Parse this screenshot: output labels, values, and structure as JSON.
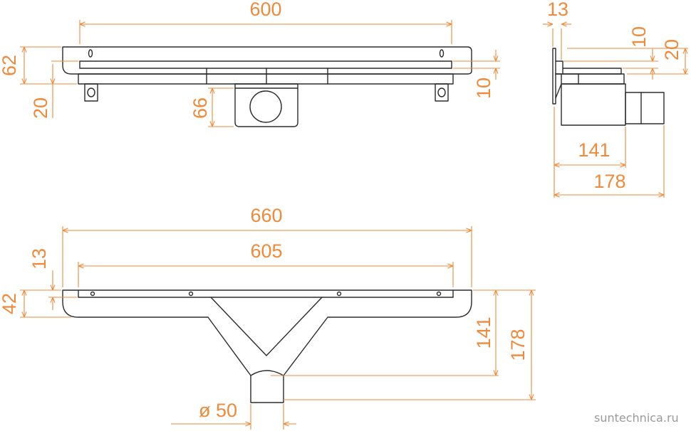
{
  "top_view": {
    "dim_length": "600",
    "dim_height": "62",
    "dim_mount_offset": "20",
    "dim_outlet_depth": "66",
    "dim_grate_thickness": "10"
  },
  "side_view": {
    "dim_flange": "13",
    "dim_lip": "10",
    "dim_top": "20",
    "dim_body_depth": "141",
    "dim_total_depth": "178"
  },
  "plan_view": {
    "dim_total_length": "660",
    "dim_grate_length": "605",
    "dim_flange": "13",
    "dim_height": "42",
    "dim_body_depth": "141",
    "dim_total_depth": "178",
    "dim_outlet_diameter": "ø 50"
  },
  "watermark": "suntechnica.ru",
  "colors": {
    "dimension": "#ef8a3a",
    "outline": "#2b2b2b"
  }
}
